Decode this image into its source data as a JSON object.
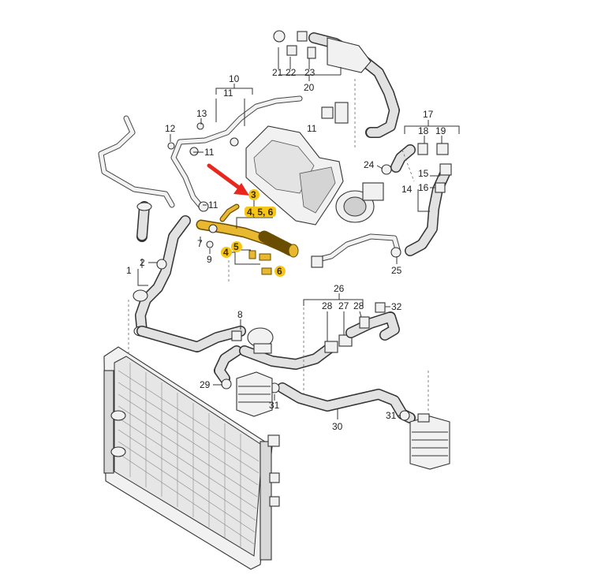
{
  "diagram": {
    "callouts": [
      {
        "id": "c1",
        "text": "1"
      },
      {
        "id": "c2",
        "text": "2"
      },
      {
        "id": "c3",
        "text": "3",
        "highlight": true
      },
      {
        "id": "c456",
        "text": "4, 5, 6",
        "highlight": true
      },
      {
        "id": "c4",
        "text": "4",
        "highlight": true
      },
      {
        "id": "c5",
        "text": "5",
        "highlight": true
      },
      {
        "id": "c6",
        "text": "6",
        "highlight": true
      },
      {
        "id": "c7",
        "text": "7"
      },
      {
        "id": "c8",
        "text": "8"
      },
      {
        "id": "c9",
        "text": "9"
      },
      {
        "id": "c10",
        "text": "10"
      },
      {
        "id": "c11a",
        "text": "11"
      },
      {
        "id": "c11b",
        "text": "11"
      },
      {
        "id": "c11c",
        "text": "11"
      },
      {
        "id": "c11d",
        "text": "11"
      },
      {
        "id": "c12",
        "text": "12"
      },
      {
        "id": "c13",
        "text": "13"
      },
      {
        "id": "c14",
        "text": "14"
      },
      {
        "id": "c15",
        "text": "15"
      },
      {
        "id": "c16",
        "text": "16"
      },
      {
        "id": "c17",
        "text": "17"
      },
      {
        "id": "c18",
        "text": "18"
      },
      {
        "id": "c19",
        "text": "19"
      },
      {
        "id": "c20",
        "text": "20"
      },
      {
        "id": "c21",
        "text": "21"
      },
      {
        "id": "c22",
        "text": "22"
      },
      {
        "id": "c23",
        "text": "23"
      },
      {
        "id": "c24",
        "text": "24"
      },
      {
        "id": "c25",
        "text": "25"
      },
      {
        "id": "c26",
        "text": "26"
      },
      {
        "id": "c27",
        "text": "27"
      },
      {
        "id": "c28a",
        "text": "28"
      },
      {
        "id": "c28b",
        "text": "28"
      },
      {
        "id": "c29",
        "text": "29"
      },
      {
        "id": "c30",
        "text": "30"
      },
      {
        "id": "c31a",
        "text": "31"
      },
      {
        "id": "c31b",
        "text": "31"
      },
      {
        "id": "c32",
        "text": "32"
      }
    ],
    "colors": {
      "highlight_fill": "#f5c518",
      "highlight_part": "#e8b830",
      "arrow": "#e8281e",
      "hose": "#333333",
      "line": "#333333"
    }
  }
}
